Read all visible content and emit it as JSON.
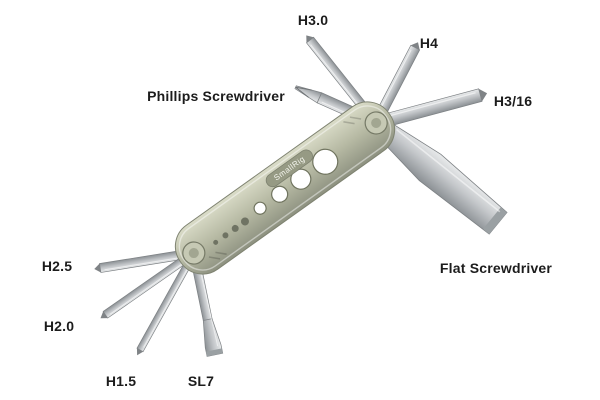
{
  "figure": {
    "product_label": "SmallRig",
    "labels": {
      "h30": "H3.0",
      "h4": "H4",
      "h316": "H3/16",
      "phillips": "Phillips Screwdriver",
      "flat": "Flat Screwdriver",
      "h25": "H2.5",
      "h20": "H2.0",
      "h15": "H1.5",
      "sl7": "SL7"
    },
    "colors": {
      "background": "#ffffff",
      "body_metal": "#b5b8a2",
      "steel": "#c4c7ca",
      "label_text": "#1c1c1c"
    }
  }
}
